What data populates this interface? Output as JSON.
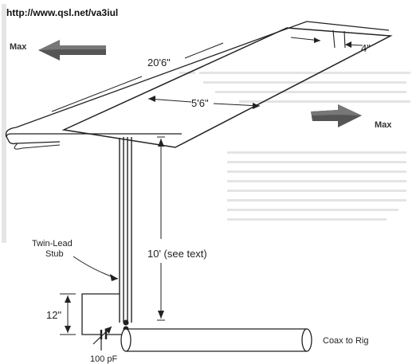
{
  "header": {
    "url": "http://www.qsl.net/va3iul"
  },
  "labels": {
    "max_left": "Max",
    "max_right": "Max",
    "total_length": "20'6\"",
    "gap_width": "5'6\"",
    "small_gap": "4\"",
    "feed_length": "10' (see text)",
    "stub_line1": "Twin-Lead",
    "stub_line2": "Stub",
    "height_12": "12\"",
    "capacitor": "100 pF",
    "coax": "Coax to Rig"
  },
  "colors": {
    "ink": "#222222",
    "arrow": "#555555"
  }
}
